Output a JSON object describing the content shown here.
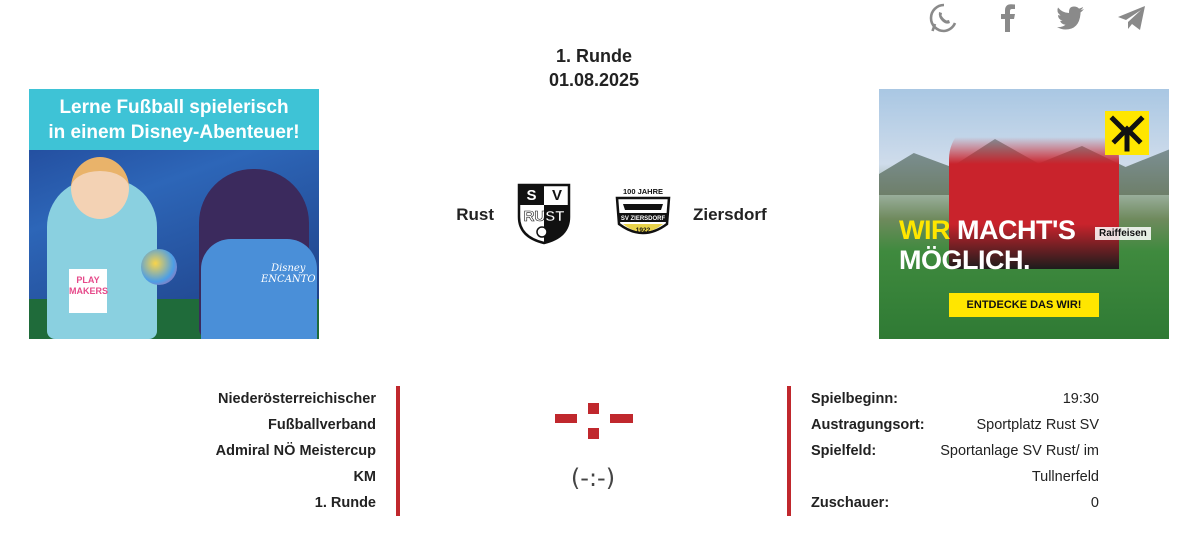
{
  "share": {
    "icons": [
      "whatsapp-icon",
      "facebook-icon",
      "twitter-icon",
      "telegram-icon"
    ],
    "color": "#888888"
  },
  "match": {
    "round": "1. Runde",
    "date": "01.08.2025",
    "home_team": "Rust",
    "away_team": "Ziersdorf",
    "score": "(-:-)"
  },
  "home_crest": {
    "letters_top_left": "S",
    "letters_top_right": "V",
    "name": "RUST"
  },
  "away_crest": {
    "top_text": "100 JAHRE",
    "name": "SV ZIERSDORF",
    "year": "1922"
  },
  "ad_left": {
    "line1": "Lerne Fußball spielerisch",
    "line2": "in einem Disney-Abenteuer!",
    "logo_line1": "PLAY",
    "logo_line2": "MAKERS",
    "brand_line1": "Disney",
    "brand_line2": "ENCANTO"
  },
  "ad_right": {
    "headline_highlight": "WIR",
    "headline_rest": " MACHT'S",
    "headline_line2": "MÖGLICH.",
    "board_text": "Raiffeisen",
    "cta": "ENTDECKE DAS WIR!"
  },
  "competition": {
    "lines": [
      "Niederösterreichischer",
      "Fußballverband",
      "Admiral NÖ Meistercup",
      "KM",
      "1. Runde"
    ]
  },
  "details": {
    "kickoff_label": "Spielbeginn:",
    "kickoff_value": "19:30",
    "venue_label": "Austragungsort:",
    "venue_value": "Sportplatz Rust SV",
    "pitch_label": "Spielfeld:",
    "pitch_value": "Sportanlage SV Rust/ im Tullnerfeld",
    "spectators_label": "Zuschauer:",
    "spectators_value": "0"
  },
  "colors": {
    "accent": "#c0282d",
    "text": "#222222",
    "icon_gray": "#888888"
  }
}
